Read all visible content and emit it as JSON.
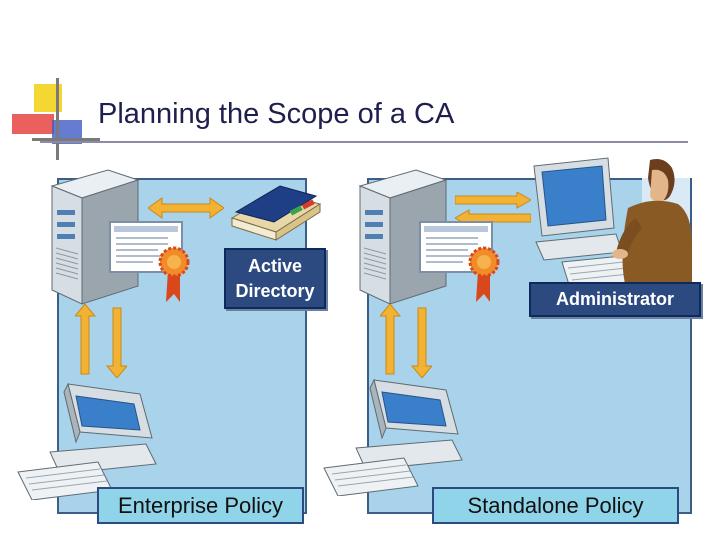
{
  "slide": {
    "title": "Planning the Scope of a CA"
  },
  "left_panel": {
    "label": "Enterprise Policy",
    "directory_label": [
      "Active",
      "Directory"
    ]
  },
  "right_panel": {
    "label": "Standalone Policy",
    "admin_label": "Administrator"
  },
  "icons": [
    "server-icon",
    "workstation-icon",
    "certificate-icon",
    "directory-book-icon",
    "administrator-person-icon",
    "exchange-arrows-icon",
    "vertical-arrows-icon"
  ],
  "colors": {
    "panel": "#a9d3ea",
    "dark_label": "#2c4a80",
    "light_label": "#8fd4e8",
    "arrow": "#f3b233"
  }
}
